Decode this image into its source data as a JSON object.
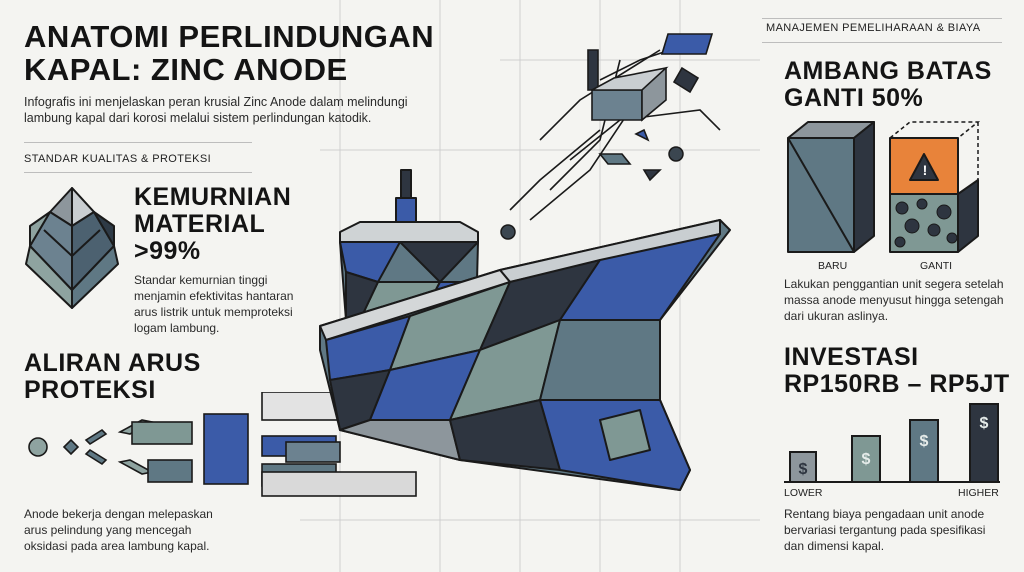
{
  "header": {
    "title": "ANATOMI PERLINDUNGAN KAPAL: ZINC ANODE",
    "intro": "Infografis ini menjelaskan peran krusial Zinc Anode dalam melindungi lambung kapal dari korosi melalui sistem perlindungan katodik."
  },
  "left": {
    "section_label": "STANDAR KUALITAS & PROTEKSI",
    "purity": {
      "heading": "KEMURNIAN MATERIAL >99%",
      "text": "Standar kemurnian tinggi menjamin efektivitas hantaran arus listrik untuk memproteksi logam lambung."
    },
    "flow": {
      "heading": "ALIRAN ARUS PROTEKSI",
      "text": "Anode bekerja dengan melepaskan arus pelindung yang mencegah oksidasi pada area lambung kapal."
    }
  },
  "right": {
    "section_label": "MANAJEMEN PEMELIHARAAN & BIAYA",
    "threshold": {
      "heading": "AMBANG BATAS GANTI 50%",
      "new_label": "BARU",
      "replace_label": "GANTI",
      "text": "Lakukan penggantian unit segera setelah massa anode menyusut hingga setengah dari ukuran aslinya."
    },
    "investment": {
      "heading": "INVESTASI RP150RB – RP5JT",
      "low_label": "LOWER",
      "high_label": "HIGHER",
      "text": "Rentang biaya pengadaan unit anode bervariasi tergantung pada spesifikasi dan dimensi kapal."
    }
  },
  "colors": {
    "blue": "#3b5ba8",
    "slate": "#5f7884",
    "sage": "#7f9894",
    "dark": "#2e3540",
    "orange": "#e8833a",
    "outline": "#1a1a1a"
  }
}
